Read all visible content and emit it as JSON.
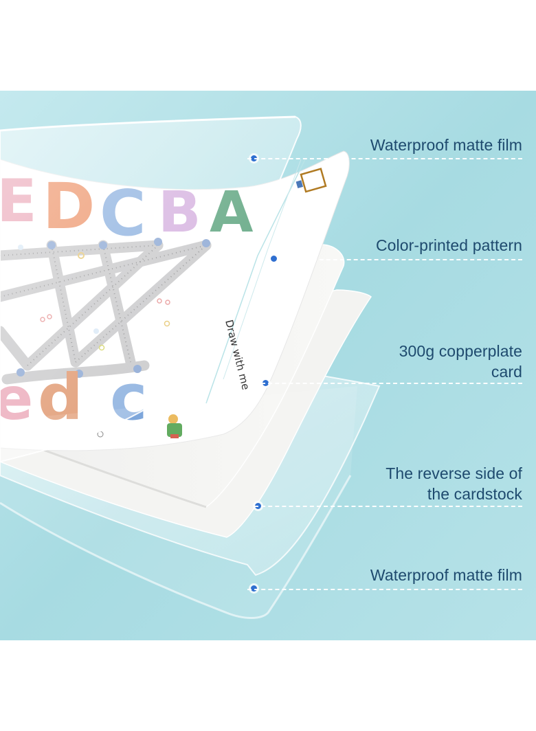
{
  "layers": [
    {
      "id": "film-top",
      "lines": [
        "Waterproof matte film"
      ]
    },
    {
      "id": "printed",
      "lines": [
        "Color-printed pattern"
      ]
    },
    {
      "id": "card",
      "lines": [
        "300g copperplate",
        "card"
      ]
    },
    {
      "id": "reverse",
      "lines": [
        "The reverse side of",
        "the cardstock"
      ]
    },
    {
      "id": "film-bottom",
      "lines": [
        "Waterproof matte film"
      ]
    }
  ],
  "worksheet": {
    "letters_top": [
      "E",
      "D",
      "C",
      "B",
      "A"
    ],
    "letters_bottom": [
      "e",
      "d",
      "c"
    ],
    "side_caption": "Draw with me"
  },
  "colors": {
    "background": "#a9dde3",
    "label_text": "#1e4a6e",
    "marker_dot": "#2f6fd0"
  }
}
